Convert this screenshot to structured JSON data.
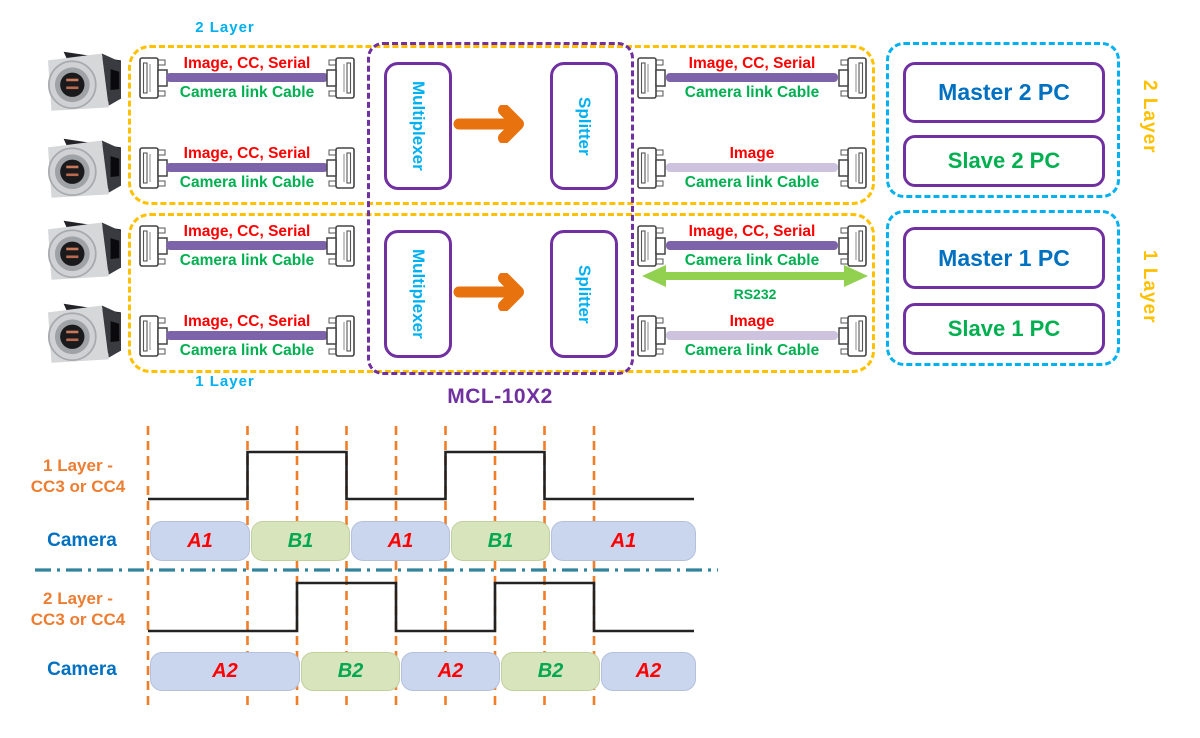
{
  "top_diagram": {
    "title": "MCL-10X2",
    "layer2_top_label": "2 Layer",
    "layer1_bottom_label": "1 Layer",
    "mux_label": "Multiplexer",
    "splitter_label": "Splitter",
    "side_labels": {
      "layer2": "2 Layer",
      "layer1": "1 Layer"
    },
    "cable_labels": {
      "image_cc_serial": "Image, CC, Serial",
      "image": "Image",
      "camera_link": "Camera link Cable",
      "rs232": "RS232"
    },
    "pc_boxes": {
      "master2": "Master 2 PC",
      "slave2": "Slave 2 PC",
      "master1": "Master 1 PC",
      "slave1": "Slave 1 PC"
    },
    "icons": {
      "camera": "machine-vision-camera-photo",
      "connector": "camera-link-connector",
      "flow_arrow": "orange-right-arrow",
      "rs232_arrow": "green-double-arrow"
    },
    "colors": {
      "orange_box": "#FFC000",
      "purple": "#7030A0",
      "cyan": "#00B0F0",
      "red": "#FF0000",
      "green": "#00B050",
      "blue": "#0070C0",
      "arrow_orange": "#E8720E",
      "cable_dark": "#7D63A9",
      "cable_light": "#CDC3DF",
      "rs232_green": "#92D050"
    }
  },
  "timing": {
    "signal1": {
      "line1": "1 Layer -",
      "line2": "CC3 or CC4"
    },
    "signal2": {
      "line1": "2 Layer -",
      "line2": "CC3 or CC4"
    },
    "camera_row_label": "Camera",
    "row1": {
      "segments": [
        {
          "label": "A1",
          "type": "A"
        },
        {
          "label": "B1",
          "type": "B"
        },
        {
          "label": "A1",
          "type": "A"
        },
        {
          "label": "B1",
          "type": "B"
        },
        {
          "label": "A1",
          "type": "A"
        }
      ]
    },
    "row2": {
      "segments": [
        {
          "label": "A2",
          "type": "A"
        },
        {
          "label": "B2",
          "type": "B"
        },
        {
          "label": "A2",
          "type": "A"
        },
        {
          "label": "B2",
          "type": "B"
        },
        {
          "label": "A2",
          "type": "A"
        }
      ]
    },
    "wave1_pattern": [
      "low",
      "high",
      "low",
      "high",
      "low"
    ],
    "wave2_pattern": [
      "low",
      "high",
      "low",
      "high",
      "low"
    ],
    "colors": {
      "gridline_orange": "#F07D28",
      "divider_teal": "#31849B",
      "wave_black": "#222222",
      "block_a_fill": "#C9D6ED",
      "block_b_fill": "#D8E4BB"
    }
  }
}
